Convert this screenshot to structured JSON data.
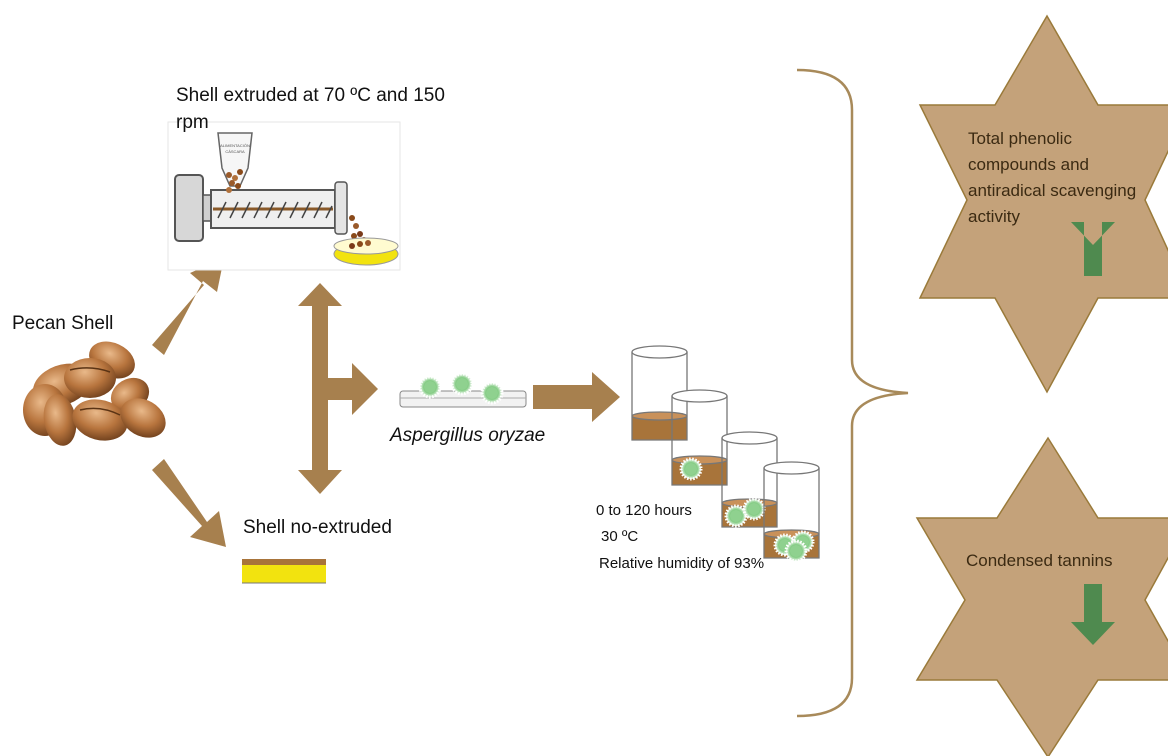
{
  "labels": {
    "pecan_shell": "Pecan Shell",
    "extruded_line1": "Shell extruded at 70 ºC and 150",
    "extruded_line2": "rpm",
    "no_extruded": "Shell no-extruded",
    "fungus": "Aspergillus oryzae",
    "condition_time": "0 to 120 hours",
    "condition_temp": "30 ºC",
    "condition_humidity": "Relative humidity of 93%",
    "feeder_text_1": "ALIMENTACIÓN",
    "feeder_text_2": "CÁSCARA"
  },
  "results": {
    "phenolic_line1": "Total phenolic",
    "phenolic_line2": "compounds and",
    "phenolic_line3": "antiradical scavenging",
    "phenolic_line4": "activity",
    "phenolic_trend": "up",
    "tannins": "Condensed tannins",
    "tannins_trend": "down"
  },
  "colors": {
    "arrow_brown": "#a7804e",
    "star_fill": "#c4a27a",
    "star_stroke": "#9a7a3a",
    "trend_arrow_green": "#4f8a4f",
    "petri_yellow": "#f2e30f",
    "substrate_brown": "#a8743a",
    "bracket_brown": "#a88a5a",
    "fungus_green": "#7cc87c"
  }
}
